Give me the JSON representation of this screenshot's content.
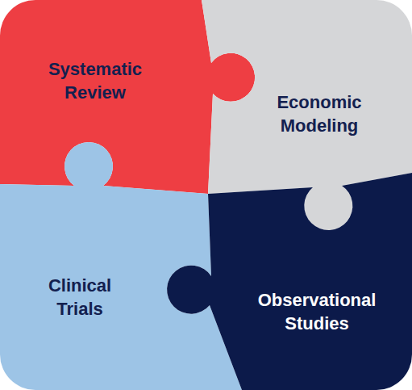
{
  "diagram": {
    "nodes": [
      {
        "text": [
          "Systematic Review"
        ]
      },
      {
        "text": [
          "Economic Modeling"
        ]
      },
      {
        "text": [
          "Clinical Trials"
        ]
      },
      {
        "text": [
          "Observational Studies"
        ]
      }
    ]
  }
}
